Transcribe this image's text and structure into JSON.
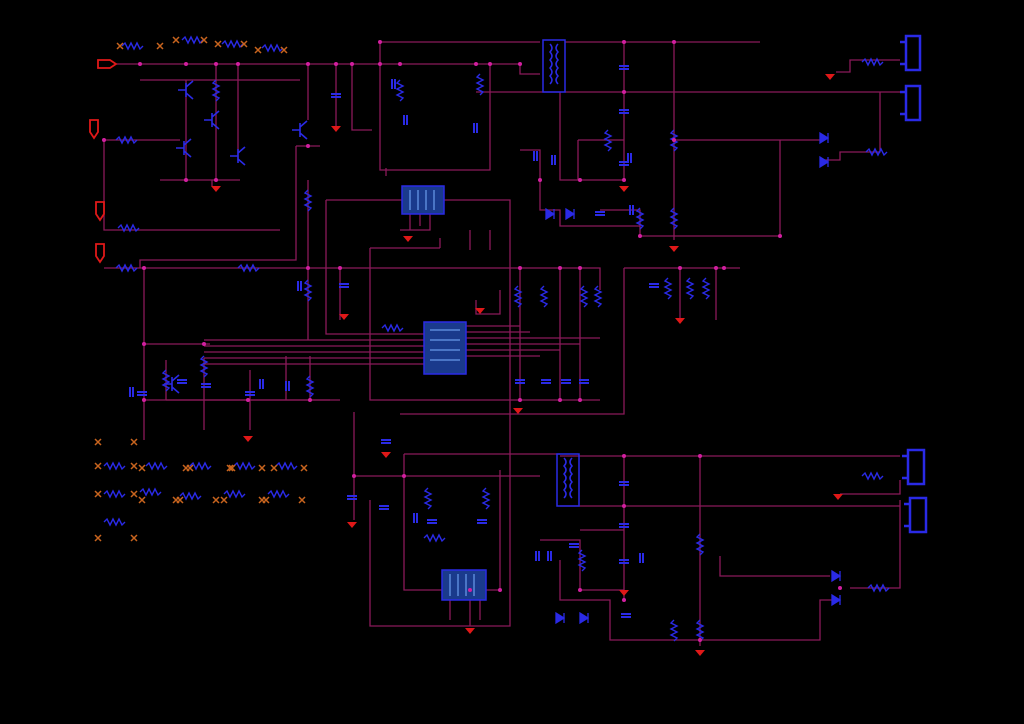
{
  "window": {
    "background": "#000000"
  },
  "colors": {
    "wire": "#8a1a5a",
    "junction": "#d21fa0",
    "component": "#2a2ae6",
    "ground": "#e01818",
    "pin": "#c8641e",
    "port": "#e01818",
    "ic_fill": "#1a3a8c",
    "text": "#3b3bd8"
  },
  "schematic": {
    "title": "",
    "icons": [
      "input-port-icon",
      "ground-icon",
      "resistor-icon",
      "capacitor-icon",
      "transistor-icon",
      "diode-icon",
      "transformer-icon",
      "connector-icon",
      "ic-chip-icon",
      "jumper-pin-icon"
    ],
    "components": [
      {
        "ref": "R",
        "kind": "resistor"
      },
      {
        "ref": "C",
        "kind": "capacitor"
      },
      {
        "ref": "Q",
        "kind": "transistor"
      },
      {
        "ref": "D",
        "kind": "diode"
      },
      {
        "ref": "T",
        "kind": "transformer"
      },
      {
        "ref": "J",
        "kind": "connector"
      },
      {
        "ref": "U",
        "kind": "ic"
      }
    ]
  }
}
